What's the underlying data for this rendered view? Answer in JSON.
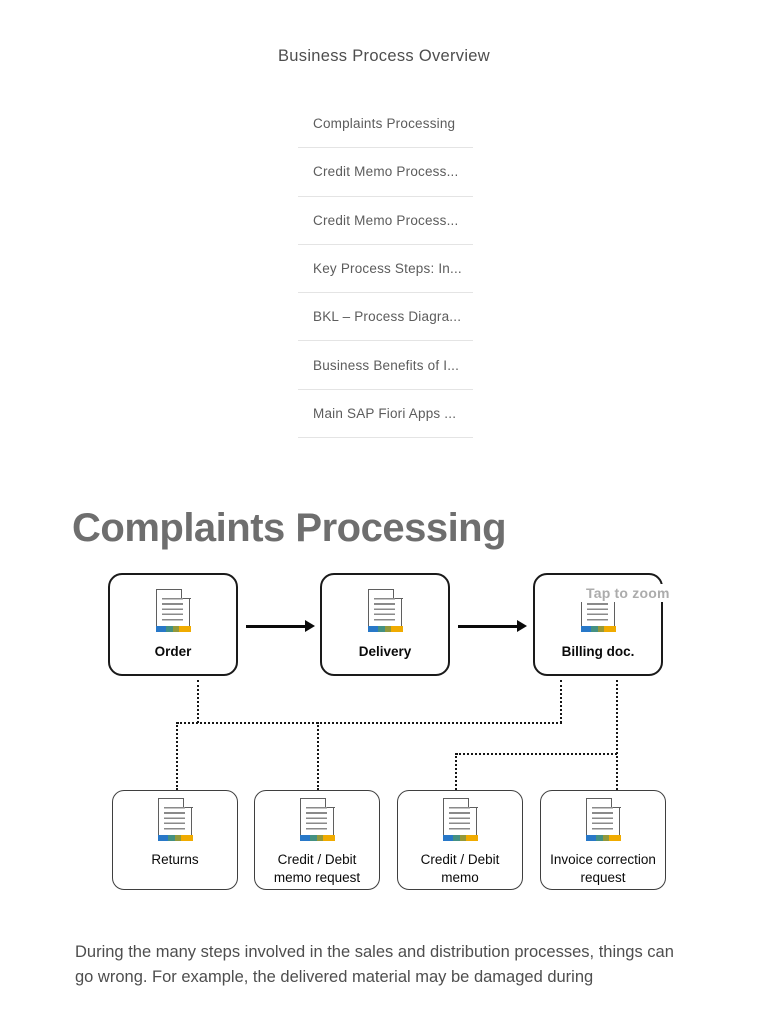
{
  "page": {
    "title": "Business Process Overview",
    "body_text": "During the many steps involved in the sales and distribution processes, things can go wrong. For example, the delivered material may be damaged during"
  },
  "toc": {
    "items": [
      {
        "label": "Complaints Processing"
      },
      {
        "label": "Credit Memo Process..."
      },
      {
        "label": "Credit Memo Process..."
      },
      {
        "label": "Key Process Steps: In..."
      },
      {
        "label": "BKL – Process Diagra..."
      },
      {
        "label": "Business Benefits of I..."
      },
      {
        "label": "Main SAP Fiori Apps ..."
      }
    ]
  },
  "section": {
    "heading": "Complaints Processing"
  },
  "diagram": {
    "tap_to_zoom": "Tap to zoom",
    "top_nodes": [
      {
        "label": "Order"
      },
      {
        "label": "Delivery"
      },
      {
        "label": "Billing doc."
      }
    ],
    "bottom_nodes": [
      {
        "label": "Returns"
      },
      {
        "label": "Credit / Debit memo request"
      },
      {
        "label": "Credit / Debit memo"
      },
      {
        "label": "Invoice correction request"
      }
    ],
    "colors": {
      "doc_bar_blue": "#2878c8",
      "doc_bar_teal": "#449182",
      "doc_bar_olive": "#93993b",
      "doc_bar_gold": "#f0ab00",
      "box_border": "#1a1a1a",
      "heading_gray": "#6e6e6e"
    }
  }
}
